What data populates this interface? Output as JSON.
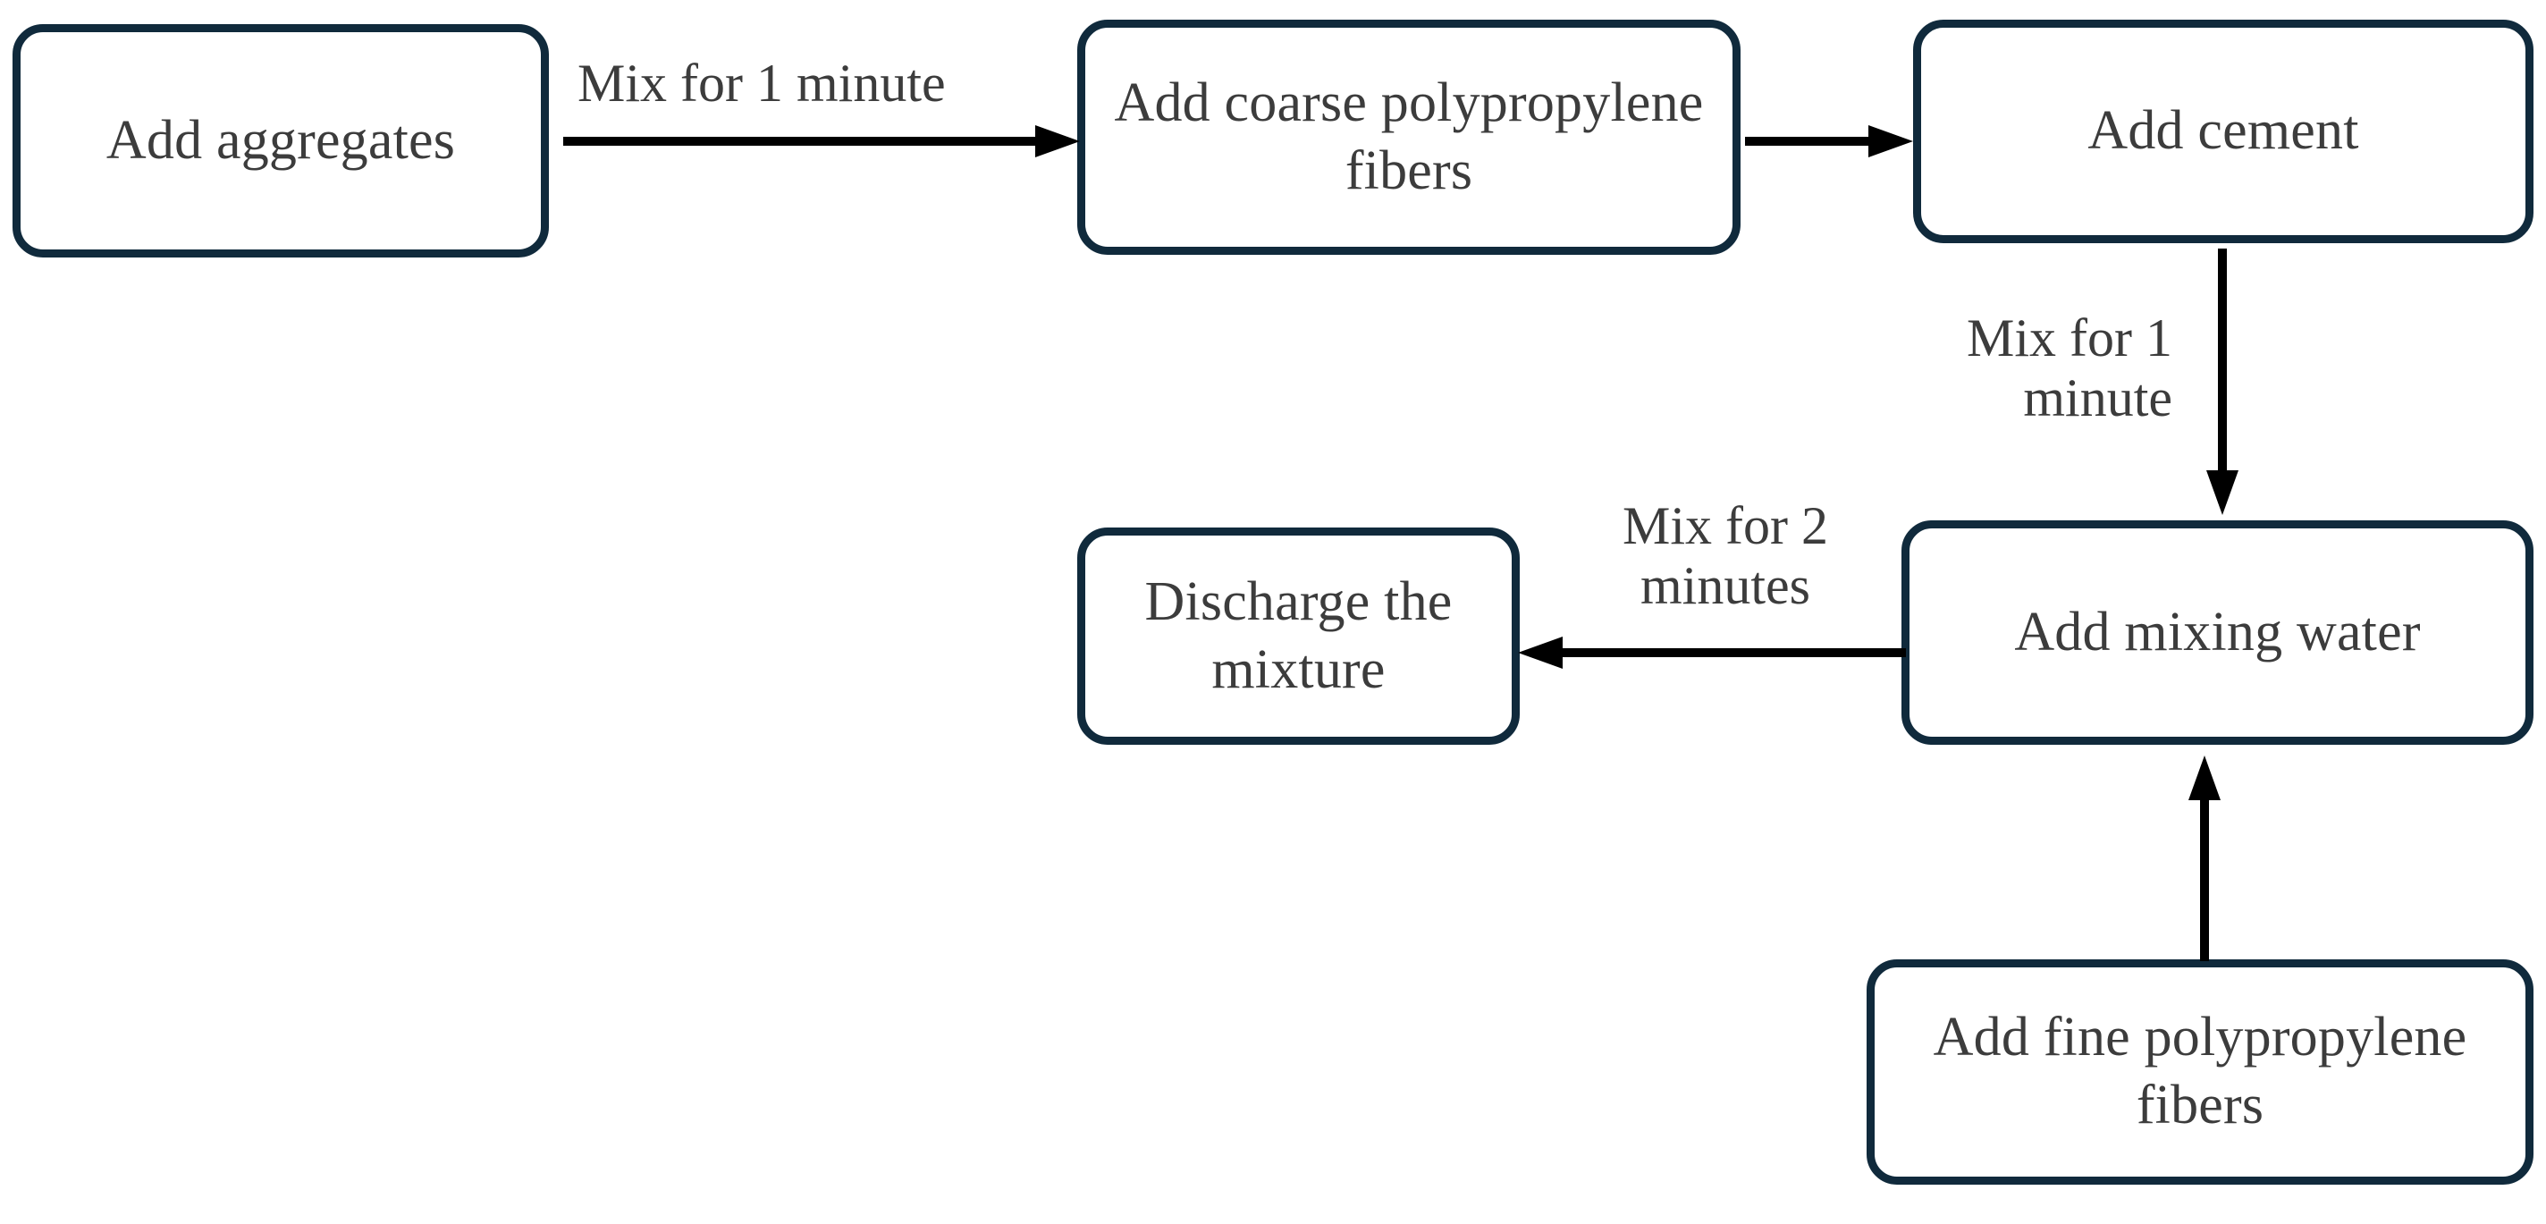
{
  "diagram": {
    "title": "Concrete mixing procedure flowchart",
    "colors": {
      "node_border": "#102a3c",
      "node_fill": "#ffffff",
      "text": "#3c3c3c",
      "arrow": "#000000",
      "background": "#ffffff"
    },
    "nodes": [
      {
        "id": "add-aggregates",
        "label": "Add aggregates"
      },
      {
        "id": "add-coarse-fibers",
        "label": "Add coarse\npolypropylene fibers"
      },
      {
        "id": "add-cement",
        "label": "Add cement"
      },
      {
        "id": "add-mixing-water",
        "label": "Add mixing water"
      },
      {
        "id": "discharge-the-mixture",
        "label": "Discharge the\nmixture"
      },
      {
        "id": "add-fine-fibers",
        "label": "Add fine\npolypropylene fibers"
      }
    ],
    "edges": [
      {
        "id": "edge-aggregates-to-coarse-fibers",
        "from": "add-aggregates",
        "to": "add-coarse-fibers",
        "label": "Mix for 1 minute",
        "direction": "right"
      },
      {
        "id": "edge-coarse-fibers-to-cement",
        "from": "add-coarse-fibers",
        "to": "add-cement",
        "label": "",
        "direction": "right"
      },
      {
        "id": "edge-cement-to-water",
        "from": "add-cement",
        "to": "add-mixing-water",
        "label": "Mix for 1\nminute",
        "direction": "down"
      },
      {
        "id": "edge-water-to-discharge",
        "from": "add-mixing-water",
        "to": "discharge-the-mixture",
        "label": "Mix for 2\nminutes",
        "direction": "left"
      },
      {
        "id": "edge-fine-fibers-to-water",
        "from": "add-fine-fibers",
        "to": "add-mixing-water",
        "label": "",
        "direction": "up"
      }
    ]
  }
}
